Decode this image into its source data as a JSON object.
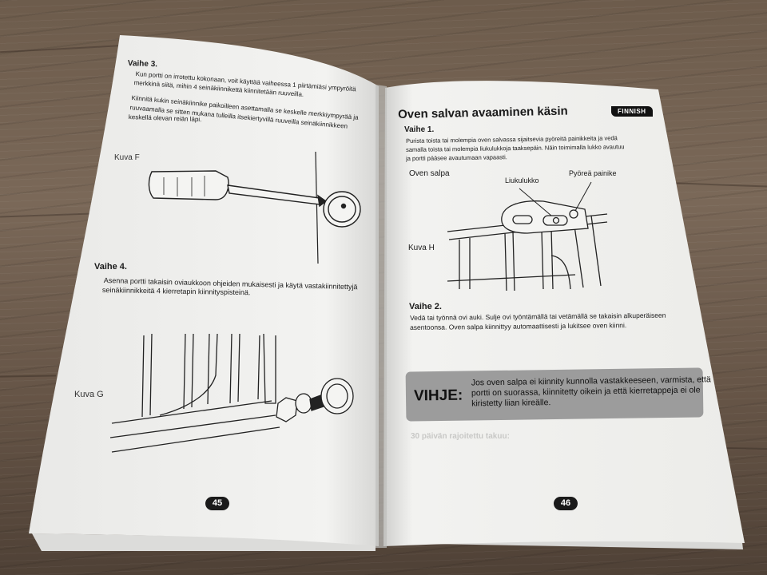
{
  "left_page": {
    "step3_title": "Vaihe 3.",
    "step3_line1": "Kun portti on irrotettu kokonaan, voit käyttää vaiheessa 1 piirtämiäsi ympyröitä",
    "step3_line2": "merkkinä siitä, mihin 4 seinäkiinnikettä kiinnitetään ruuveilla.",
    "step3_line3": "Kiinnitä kukin seinäkiinnike paikoilleen asettamalla se keskelle merkkiympyrää ja",
    "step3_line4": "ruuvaamalla se sitten mukana tulleilla itsekiertyvillä ruuveilla seinäkiinnikkeen",
    "step3_line5": "keskellä olevan reiän läpi.",
    "figure_f_label": "Kuva F",
    "step4_title": "Vaihe 4.",
    "step4_line1": "Asenna portti takaisin oviaukkoon ohjeiden mukaisesti ja käytä vastakiinnitettyjä",
    "step4_line2": "seinäkiinnikkeitä 4 kierretapin kiinnityspisteinä.",
    "figure_g_label": "Kuva G",
    "page_number": "45"
  },
  "right_page": {
    "language_tag": "FINNISH",
    "title": "Oven salvan avaaminen käsin",
    "step1_title": "Vaihe 1.",
    "step1_line1": "Purista toista tai molempia oven salvassa sijaitsevia pyöreitä painikkeita ja vedä",
    "step1_line2": "samalla toista tai molempia liukulukkoja taaksepäin. Näin toimimalla lukko avautuu",
    "step1_line3": "ja portti pääsee avautumaan vapaasti.",
    "label_door_latch": "Oven salpa",
    "label_slide_lock": "Liukulukko",
    "label_round_button": "Pyöreä painike",
    "figure_h_label": "Kuva H",
    "step2_title": "Vaihe 2.",
    "step2_line1": "Vedä tai työnnä ovi auki. Sulje ovi työntämällä tai vetämällä se takaisin alkuperäiseen",
    "step2_line2": "asentoonsa. Oven salpa kiinnittyy automaattisesti ja lukitsee oven kiinni.",
    "tip_label": "VIHJE:",
    "tip_line1": "Jos oven salpa ei kiinnity kunnolla vastakkeeseen, varmista, että",
    "tip_line2": "portti on suorassa, kiinnitetty oikein ja että kierretappeja ei ole",
    "tip_line3": "kiristetty liian kireälle.",
    "warranty_heading": "30 päivän rajoitettu takuu:",
    "page_number": "46"
  },
  "colors": {
    "floor": "#6d5c4c",
    "paper": "#f4f4f2",
    "ink": "#1a1a1a",
    "tip_box": "#9c9c9c"
  }
}
